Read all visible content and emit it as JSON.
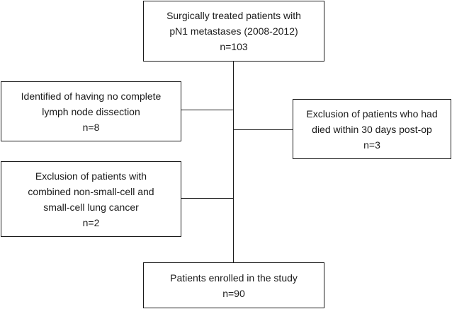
{
  "flowchart": {
    "start": {
      "lines": [
        "Surgically treated patients with",
        "pN1 metastases (2008-2012)",
        "n=103"
      ]
    },
    "exclusion_incomplete_dissection": {
      "lines": [
        "Identified of having no complete",
        "lymph node dissection",
        "n=8"
      ]
    },
    "exclusion_postop_death": {
      "lines": [
        "Exclusion of patients who had",
        "died within 30 days post-op",
        "n=3"
      ]
    },
    "exclusion_combined_cancer": {
      "lines": [
        "Exclusion of patients with",
        "combined non-small-cell and",
        "small-cell lung cancer",
        "n=2"
      ]
    },
    "enrolled": {
      "lines": [
        "Patients enrolled in the study",
        "n=90"
      ]
    }
  }
}
